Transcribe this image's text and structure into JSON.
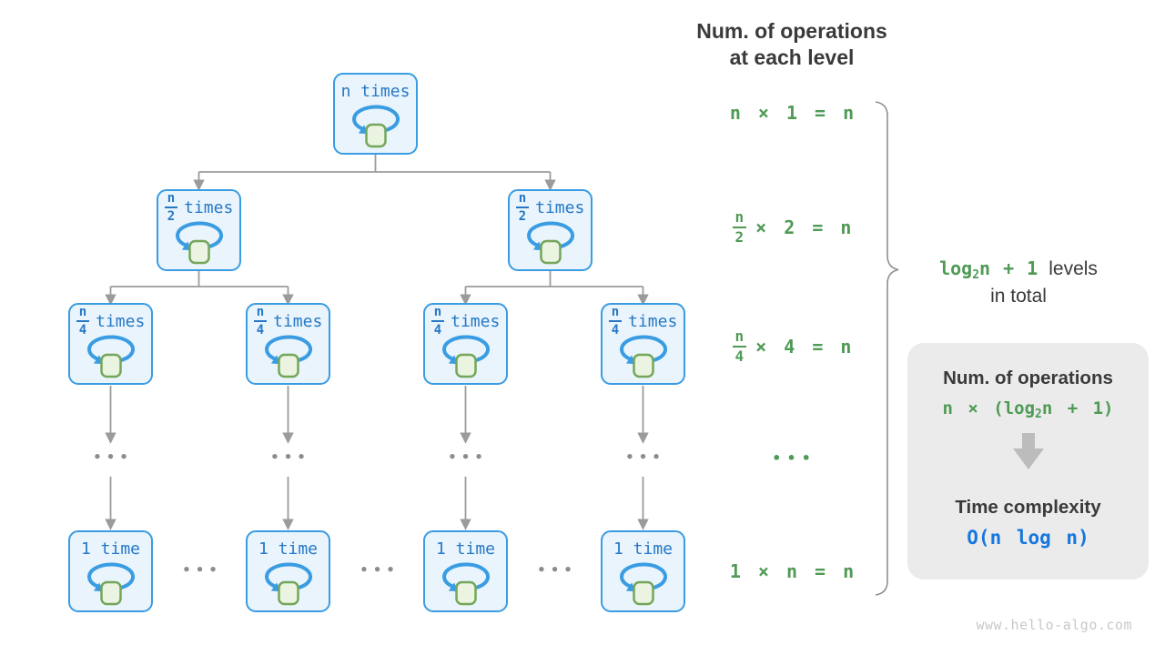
{
  "header": {
    "line1": "Num. of operations",
    "line2": "at each level"
  },
  "tree": {
    "root_label": "n times",
    "l2_frac_top": "n",
    "l2_frac_bottom": "2",
    "l2_suffix": "times",
    "l3_frac_top": "n",
    "l3_frac_bottom": "4",
    "l3_suffix": "times",
    "leaf_label": "1 time",
    "ellipsis": "•••"
  },
  "formulas": {
    "row1": "n × 1 = n",
    "row2_frac_top": "n",
    "row2_frac_bottom": "2",
    "row2_rest": "× 2 = n",
    "row3_frac_top": "n",
    "row3_frac_bottom": "4",
    "row3_rest": "× 4 = n",
    "row4": "•••",
    "row5": "1 × n = n"
  },
  "brace_note": {
    "log": "log",
    "sub": "2",
    "post": "n + 1",
    "levels": "levels",
    "line2": "in total"
  },
  "panel": {
    "title1": "Num. of operations",
    "formula_pre": "n × (log",
    "formula_sub": "2",
    "formula_post": "n + 1)",
    "title2": "Time complexity",
    "complexity": "O(n log n)"
  },
  "watermark": "www.hello-algo.com",
  "colors": {
    "blue-border": "#3a9ce2",
    "blue-fill": "#e9f4fc",
    "blue-text": "#2678c6",
    "green": "#4f9a55",
    "green-sq-fill": "#eaf4e0",
    "green-sq-stroke": "#74a65a",
    "line-gray": "#9b9b9b",
    "dot-gray": "#8c8c8c",
    "dark": "#3a3a3a",
    "panel-bg": "#ebebeb",
    "block-arrow": "#bcbcbc",
    "blue-accent": "#1677dd",
    "watermark": "#c8c8c8",
    "brace-gray": "#8f8f8f"
  }
}
